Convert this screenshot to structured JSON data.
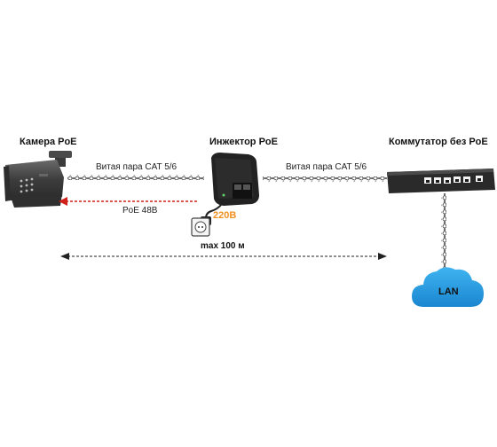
{
  "labels": {
    "camera": "Камера PoE",
    "injector": "Инжектор PoE",
    "switch": "Коммутатор без PoE"
  },
  "cables": {
    "left": "Витая пара CAT 5/6",
    "right": "Витая пара CAT 5/6"
  },
  "power": {
    "poe": "PoE 48B",
    "mains": "220В"
  },
  "distance": "max 100 м",
  "network": {
    "lan": "LAN"
  },
  "colors": {
    "poe_arrow": "#d0201a",
    "mains_voltage": "#f0901e",
    "cloud": "#1e9ae0",
    "device": "#3a3a3a"
  }
}
